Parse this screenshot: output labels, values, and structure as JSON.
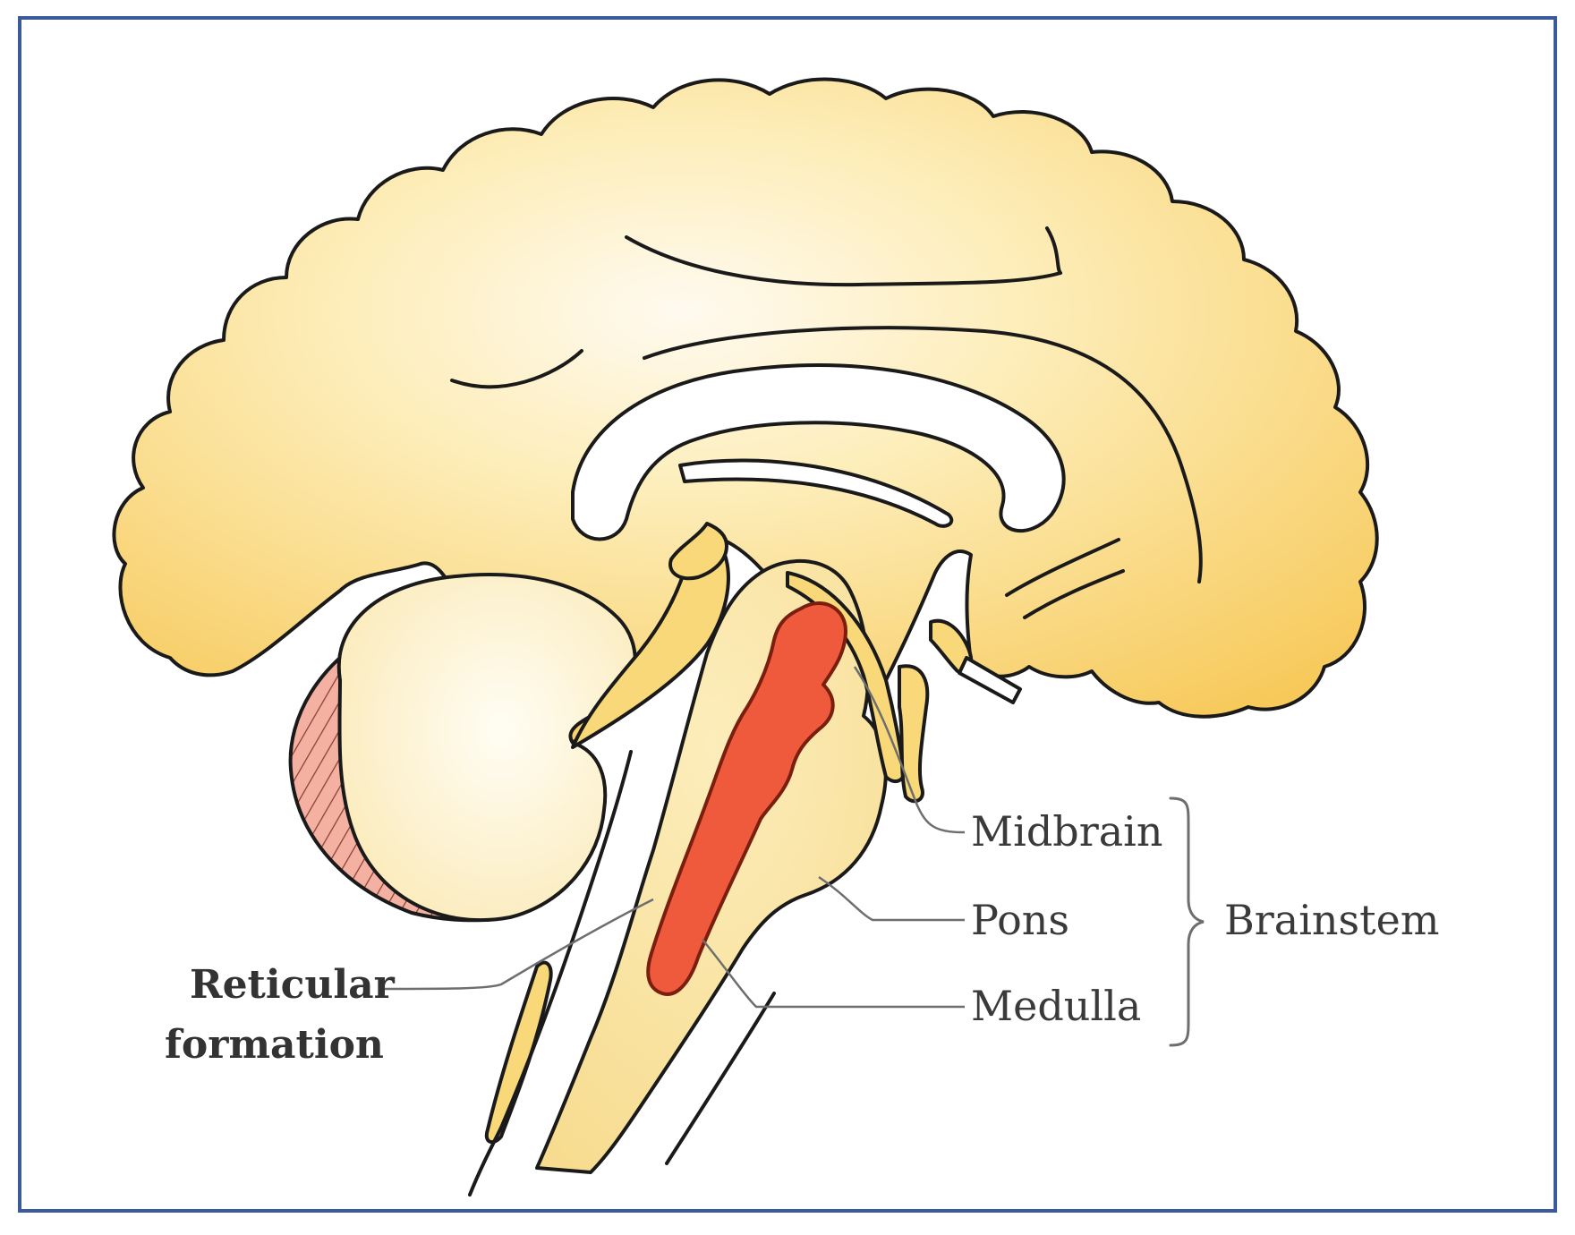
{
  "labels": {
    "midbrain": "Midbrain",
    "pons": "Pons",
    "medulla": "Medulla",
    "brainstem": "Brainstem",
    "reticular_line1": "Reticular",
    "reticular_line2": "formation"
  },
  "colors": {
    "frame": "#3a5a9c",
    "cortex_fill": "#f8cf62",
    "cortex_light": "#fff7dc",
    "brainstem_fill": "#f7e7a8",
    "reticular_formation": "#ef5a3c",
    "cerebellum_band": "#f2a89a",
    "outline": "#1a1a1a",
    "label_text": "#3a3a3a"
  }
}
